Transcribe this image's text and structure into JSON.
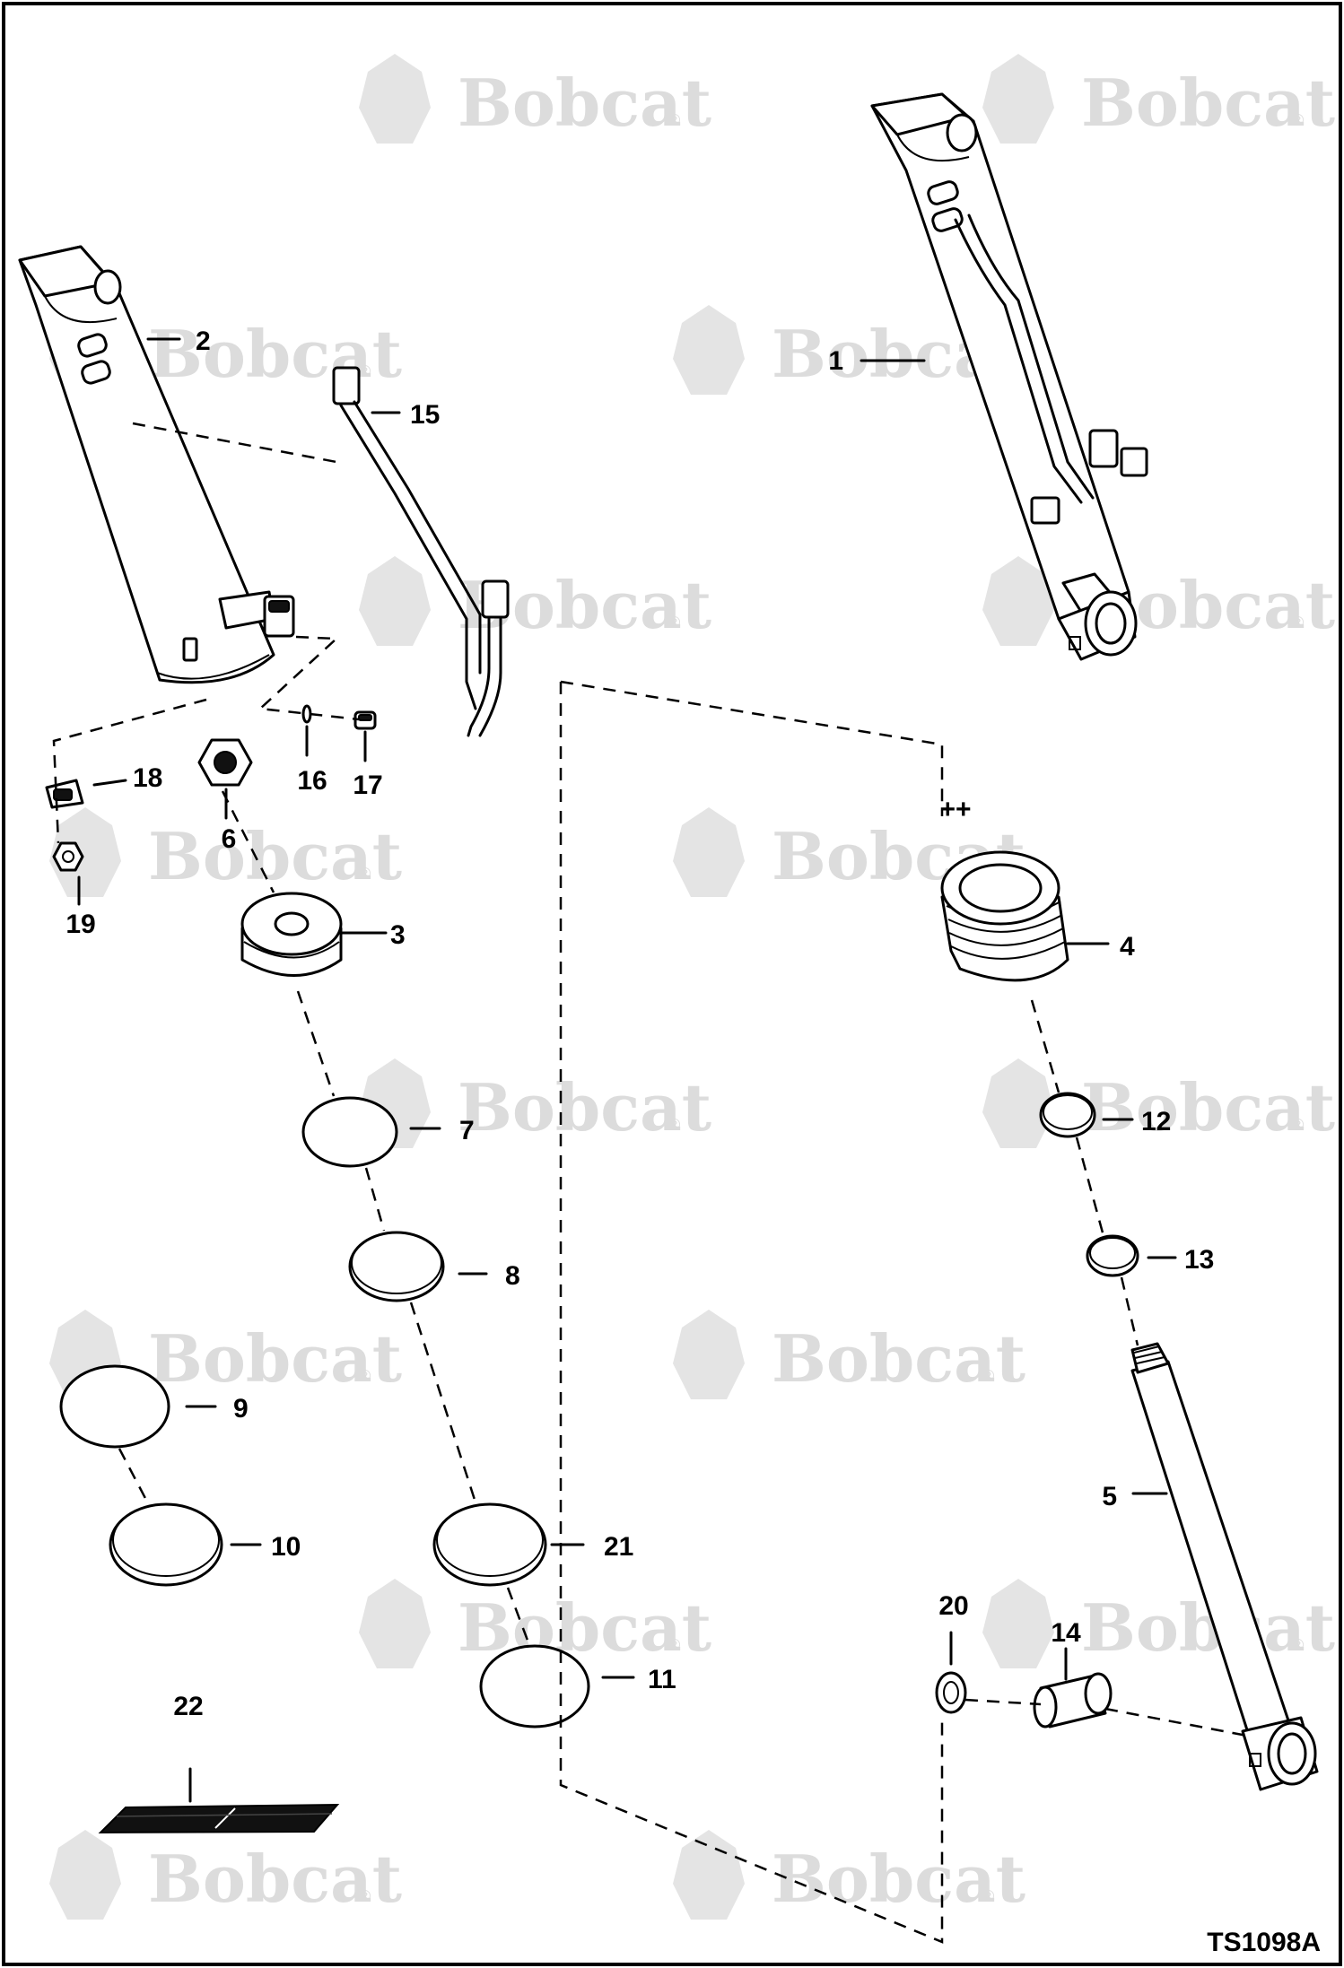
{
  "drawing_id": "TS1098A",
  "watermark": {
    "brand": "Bobcat",
    "mark": "®"
  },
  "callouts": [
    "1",
    "2",
    "3",
    "4",
    "5",
    "6",
    "7",
    "8",
    "9",
    "10",
    "11",
    "12",
    "13",
    "14",
    "15",
    "16",
    "17",
    "18",
    "19",
    "20",
    "21",
    "22"
  ],
  "special_marks": {
    "plus": "++"
  }
}
